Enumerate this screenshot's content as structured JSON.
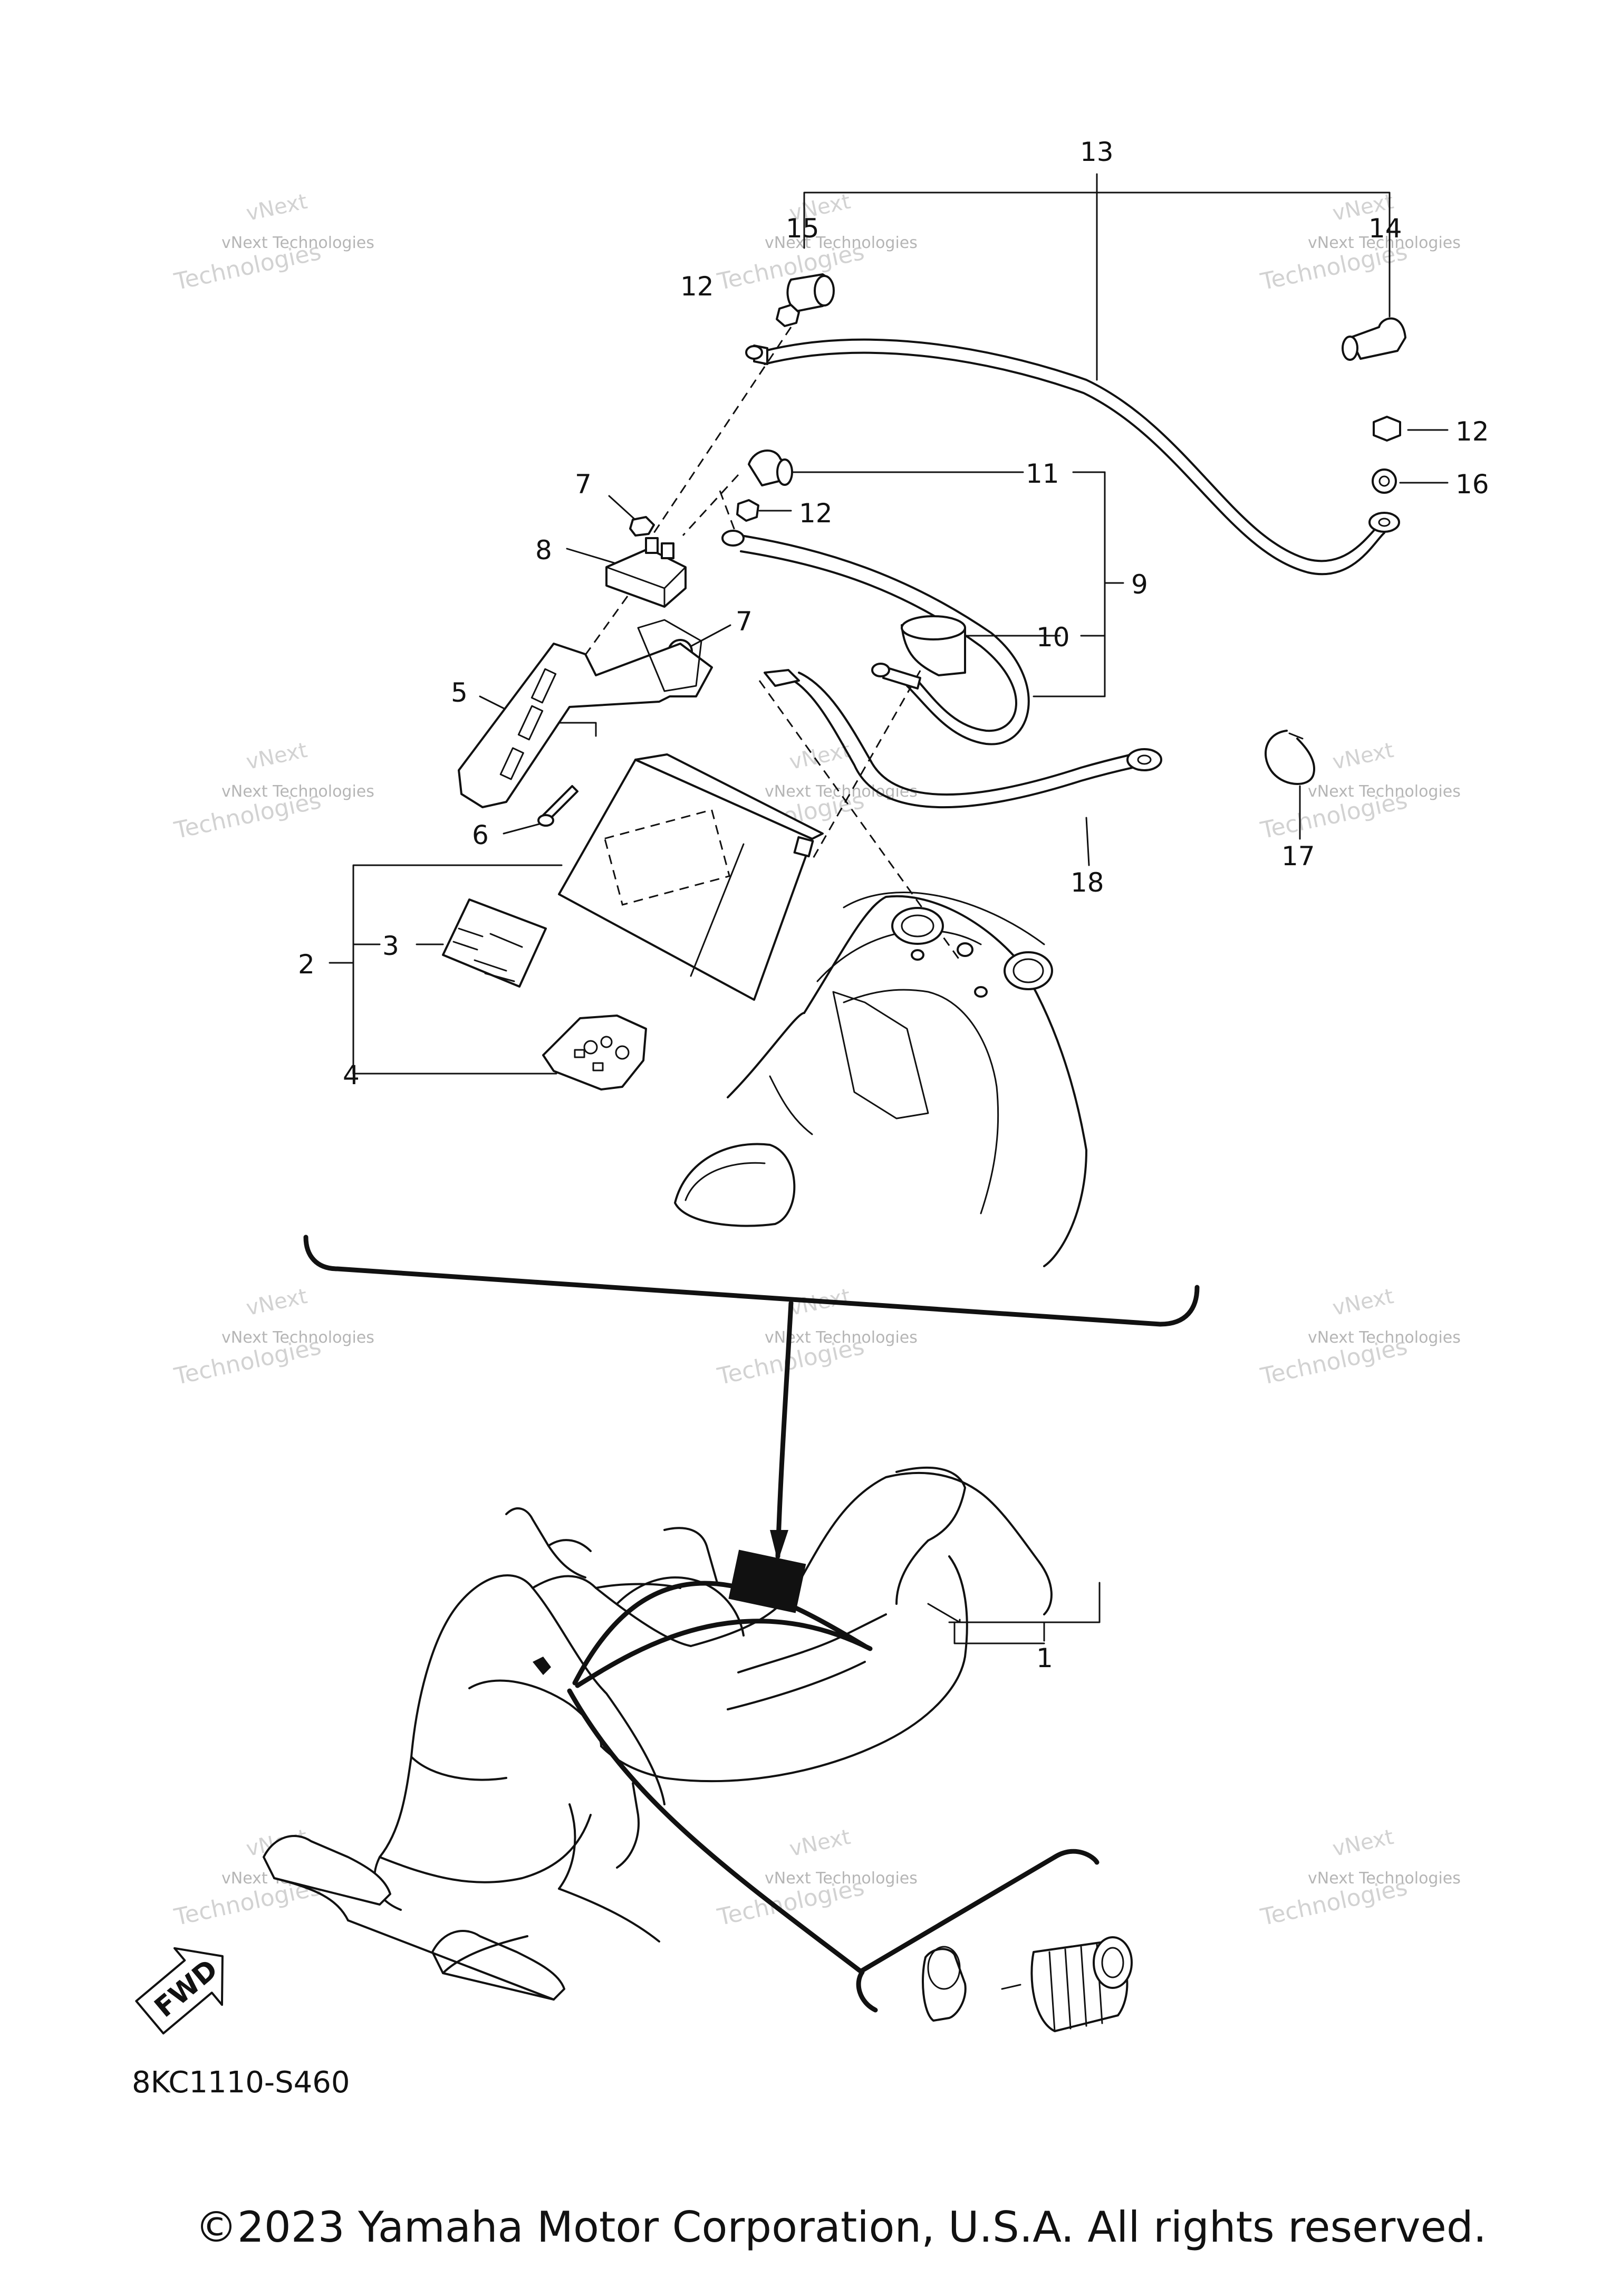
{
  "callouts": {
    "n1": "1",
    "n2": "2",
    "n3": "3",
    "n4": "4",
    "n5": "5",
    "n6": "6",
    "n7a": "7",
    "n7b": "7",
    "n8": "8",
    "n9": "9",
    "n10": "10",
    "n11": "11",
    "n12a": "12",
    "n12b": "12",
    "n12c": "12",
    "n13": "13",
    "n14": "14",
    "n15": "15",
    "n16": "16",
    "n17": "17",
    "n18": "18"
  },
  "watermark": {
    "line1": "vNext Technologies",
    "line2": "Technologies",
    "line3": "vNext"
  },
  "fwd_label": "FWD",
  "diagram_code": "8KC1110-S460",
  "copyright": "©2023 Yamaha Motor Corporation, U.S.A. All rights reserved."
}
